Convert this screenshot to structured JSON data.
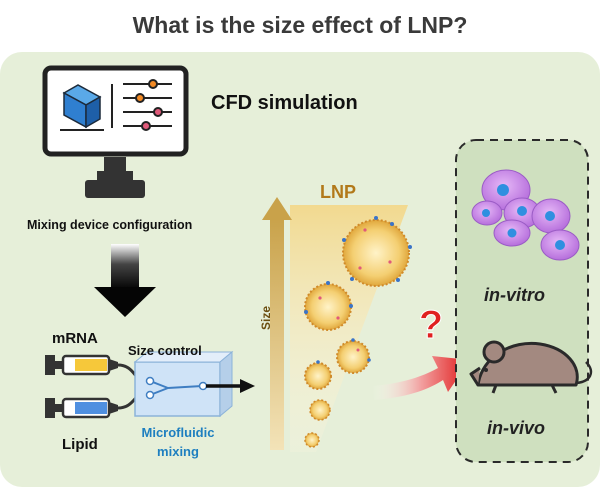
{
  "title": "What is the size effect of LNP?",
  "cfd_label": "CFD simulation",
  "mixing_device_label": "Mixing device configuration",
  "mrna_label": "mRNA",
  "lipid_label": "Lipid",
  "size_control_label": "Size control",
  "microfluidic_label": "Microfluidic mixing",
  "lnp_label": "LNP",
  "size_axis_label": "Size",
  "question_mark": "?",
  "in_vitro_label": "in-vitro",
  "in_vivo_label": "in-vivo",
  "colors": {
    "panel_bg": "#e6efd9",
    "outcome_box_bg": "#cfe0bf",
    "accent_red": "#e02020",
    "link_blue": "#1e7fc0",
    "lnp_gold": "#b2791a",
    "cell_purple": "#c98ce8"
  }
}
